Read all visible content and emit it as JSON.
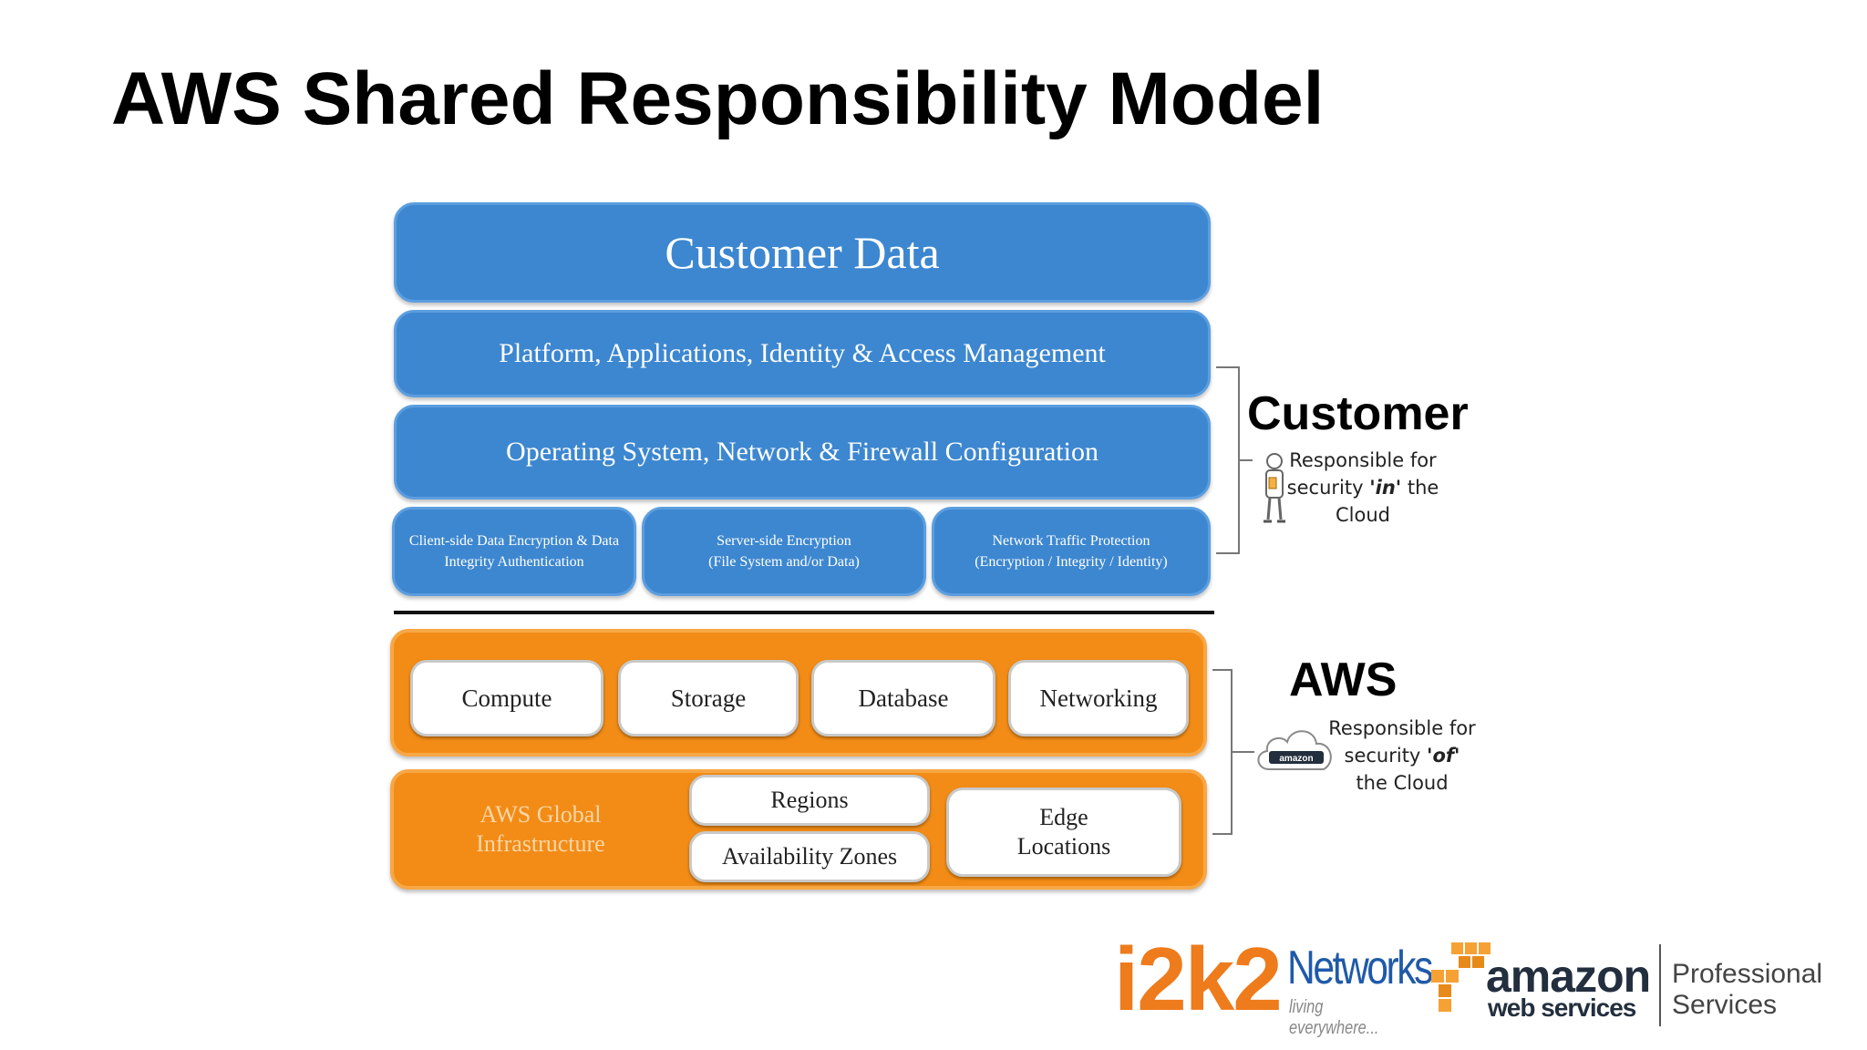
{
  "title": "AWS Shared Responsibility Model",
  "customer_layers": {
    "customer_data": "Customer Data",
    "platform": "Platform, Applications, Identity & Access Management",
    "os": "Operating System, Network & Firewall Configuration",
    "encryption": [
      {
        "line1": "Client-side Data Encryption & Data",
        "line2": "Integrity Authentication"
      },
      {
        "line1": "Server-side Encryption",
        "line2": "(File System and/or Data)"
      },
      {
        "line1": "Network Traffic Protection",
        "line2": "(Encryption / Integrity / Identity)"
      }
    ]
  },
  "aws_layers": {
    "services": [
      "Compute",
      "Storage",
      "Database",
      "Networking"
    ],
    "infrastructure_label_line1": "AWS Global",
    "infrastructure_label_line2": "Infrastructure",
    "regions": "Regions",
    "availability_zones": "Availability Zones",
    "edge_line1": "Edge",
    "edge_line2": "Locations"
  },
  "customer_side": {
    "heading": "Customer",
    "line1": "Responsible for",
    "line2_pre": "security ",
    "line2_em": "'in'",
    "line2_post": " the",
    "line3": "Cloud"
  },
  "aws_side": {
    "heading": "AWS",
    "line1": "Responsible for",
    "line2_pre": "security ",
    "line2_em": "'of'",
    "line3": "the Cloud",
    "cloud_text": "amazon"
  },
  "logos": {
    "i2k2_main": "i2k2",
    "i2k2_networks": "Networks",
    "i2k2_tagline": "living everywhere...",
    "amazon": "amazon",
    "web_services": "web services",
    "professional": "Professional",
    "services": "Services"
  },
  "colors": {
    "blue": "#3d87d0",
    "orange": "#f28c16",
    "i2k2_orange": "#ee7b1c",
    "i2k2_blue": "#1f5aa8"
  }
}
